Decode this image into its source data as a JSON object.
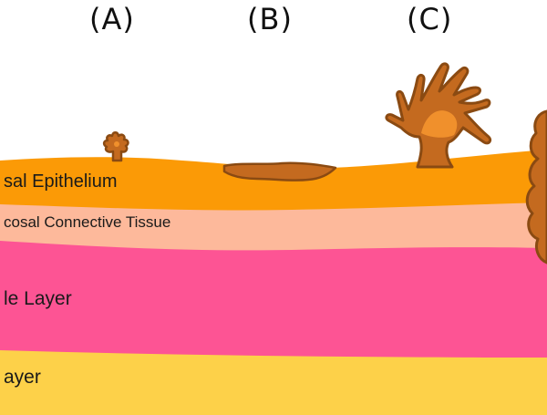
{
  "panels": {
    "a": "(A)",
    "b": "(B)",
    "c": "(C)"
  },
  "layers": {
    "epithelium": "sal Epithelium",
    "connective": "cosal  Connective Tissue",
    "muscle": "le Layer",
    "serosa": "ayer"
  },
  "colors": {
    "epithelium": "#fb9a06",
    "connective": "#fdb99b",
    "muscle": "#fd5494",
    "serosa": "#fdd149",
    "lesion_fill": "#c46a1f",
    "lesion_dark": "#8a4a12",
    "lesion_light": "#f0902c"
  }
}
